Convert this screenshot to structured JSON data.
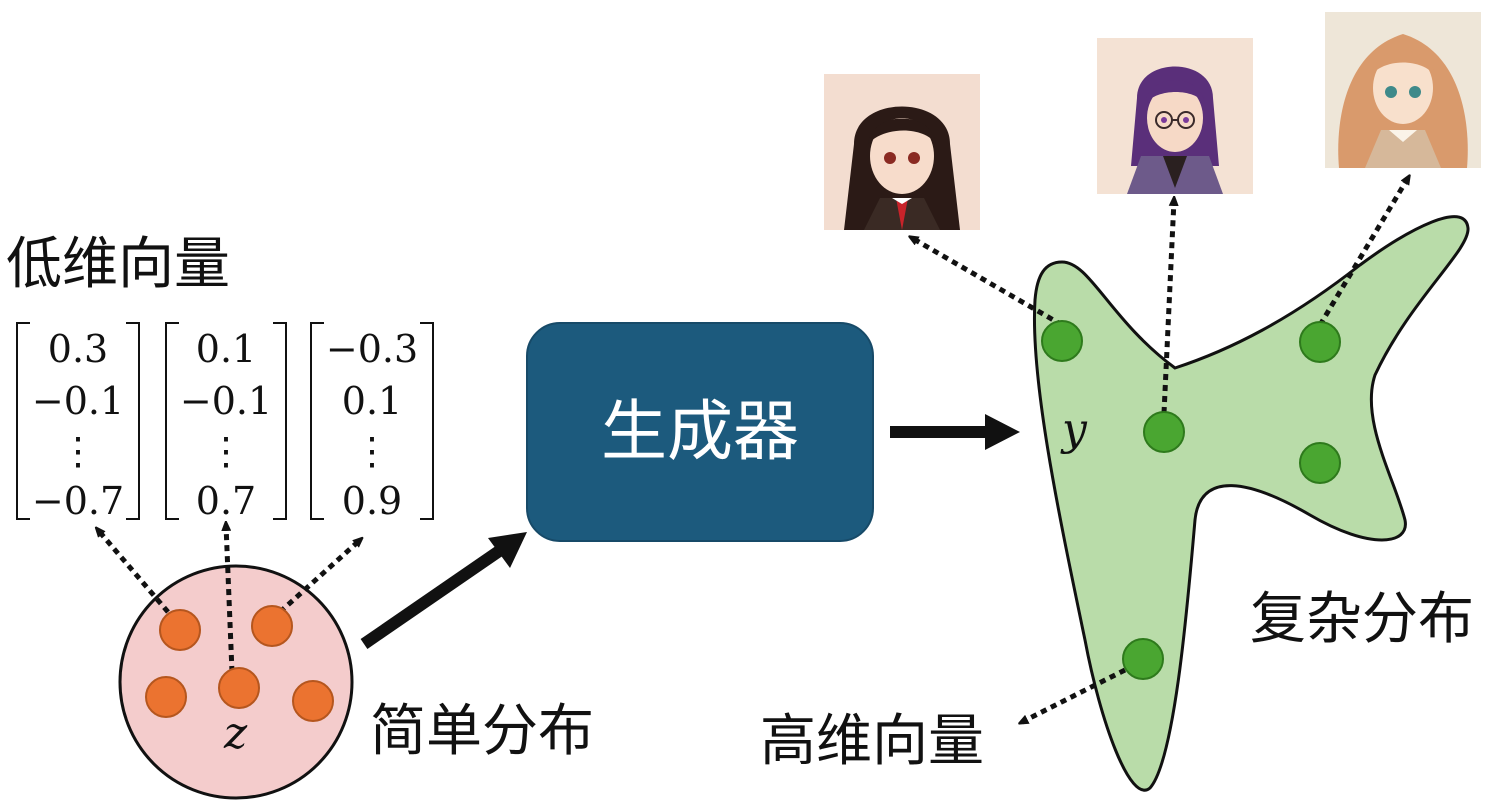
{
  "labels": {
    "low_dim_vector": "低维向量",
    "simple_distribution": "简单分布",
    "generator": "生成器",
    "complex_distribution": "复杂分布",
    "high_dim_vector": "高维向量",
    "z": "z",
    "y": "y"
  },
  "vectors": [
    {
      "v1": "0.3",
      "v2": "−0.1",
      "v3": "⋮",
      "v4": "−0.7"
    },
    {
      "v1": "0.1",
      "v2": "−0.1",
      "v3": "⋮",
      "v4": "0.7"
    },
    {
      "v1": "−0.3",
      "v2": "0.1",
      "v3": "⋮",
      "v4": "0.9"
    }
  ],
  "colors": {
    "generator_fill": "#1c5a7d",
    "circle_fill": "#f4cccc",
    "orange_dot": "#eb7330",
    "blob_fill": "#b9dca9",
    "green_dot": "#4aa631"
  },
  "icons": {
    "avatar_1": "anime-girl-dark-hair",
    "avatar_2": "anime-girl-purple-hair-glasses",
    "avatar_3": "anime-girl-blonde-wavy-hair"
  }
}
